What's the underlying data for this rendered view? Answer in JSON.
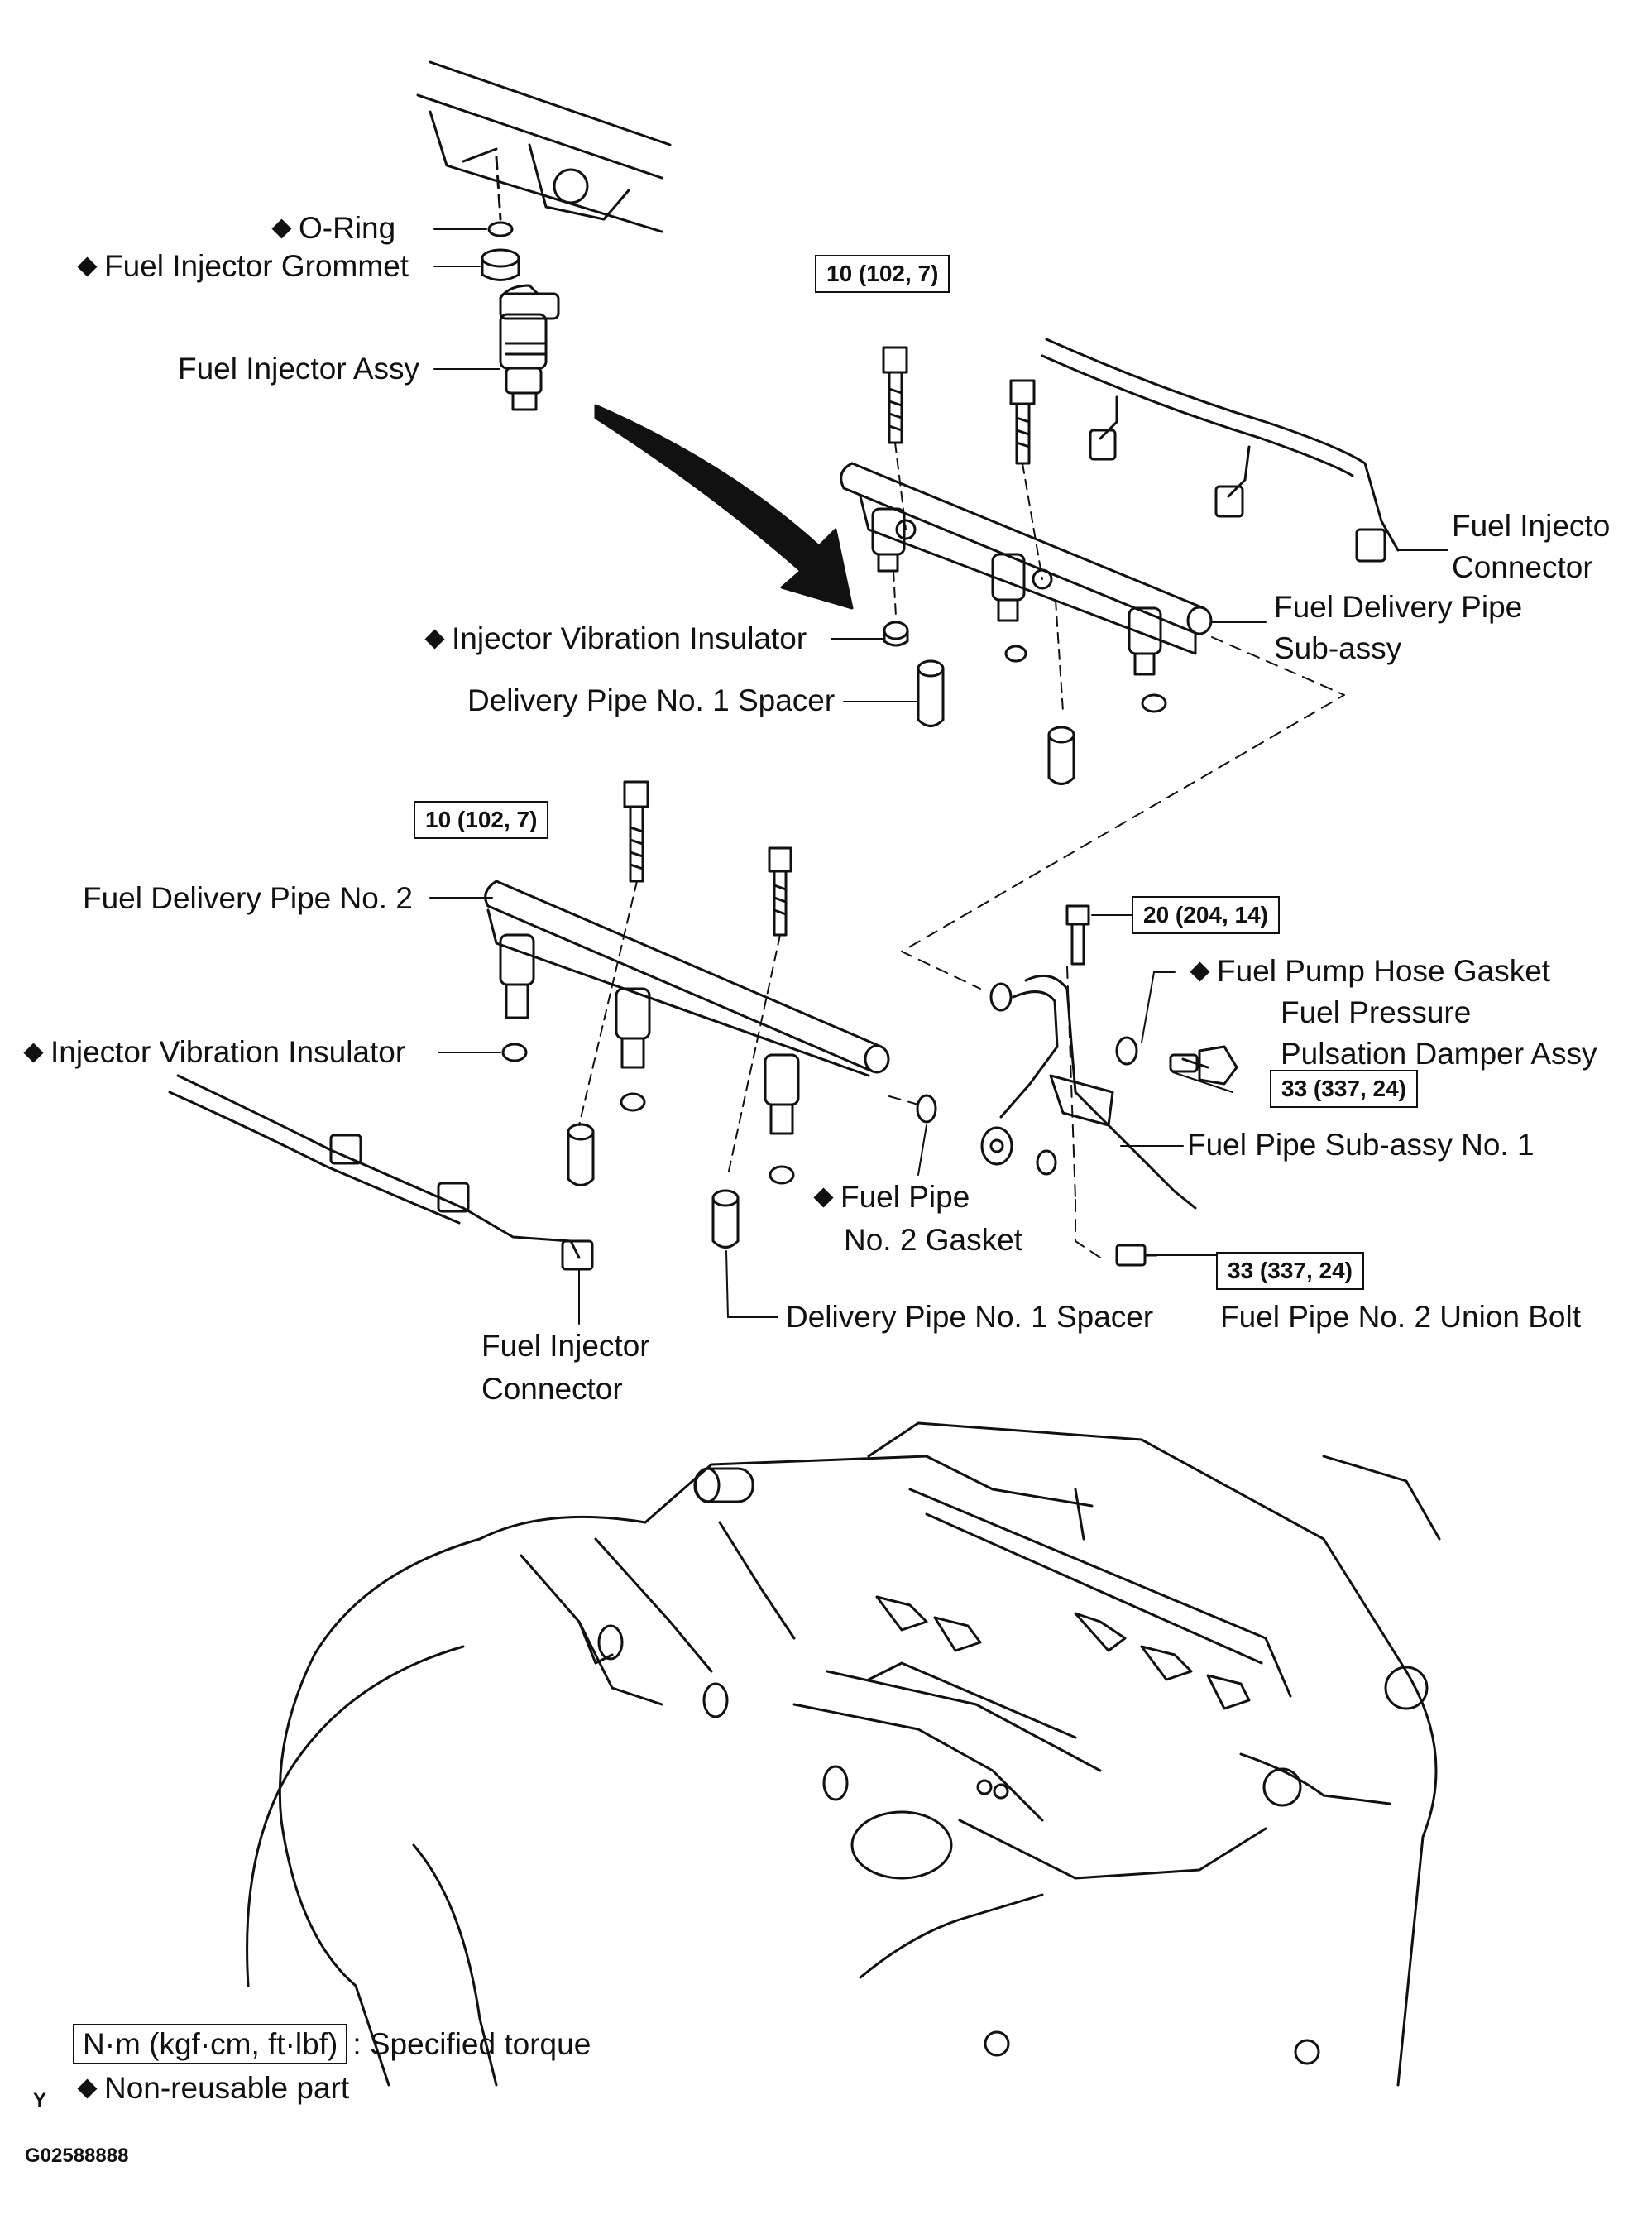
{
  "labels": {
    "o_ring": "O-Ring",
    "injector_grommet": "Fuel Injector Grommet",
    "injector_assy": "Fuel Injector Assy",
    "injector_connector_top_1": "Fuel Injecto",
    "injector_connector_top_2": "Connector",
    "delivery_pipe_sub_1": "Fuel Delivery Pipe",
    "delivery_pipe_sub_2": "Sub-assy",
    "vibration_insulator_top": "Injector Vibration Insulator",
    "spacer_top": "Delivery Pipe No. 1 Spacer",
    "delivery_pipe_no2": "Fuel Delivery Pipe No. 2",
    "pump_hose_gasket": "Fuel Pump Hose Gasket",
    "pressure_damper_1": "Fuel Pressure",
    "pressure_damper_2": "Pulsation Damper Assy",
    "vibration_insulator_bottom": "Injector Vibration Insulator",
    "fuel_pipe_sub_no1": "Fuel Pipe Sub-assy No. 1",
    "pipe_no2_gasket_1": "Fuel Pipe",
    "pipe_no2_gasket_2": "No. 2 Gasket",
    "spacer_bottom": "Delivery Pipe No. 1 Spacer",
    "union_bolt": "Fuel Pipe No. 2 Union Bolt",
    "injector_connector_bottom_1": "Fuel Injector",
    "injector_connector_bottom_2": "Connector"
  },
  "torques": {
    "bolt_top": "10 (102, 7)",
    "bolt_mid": "10 (102, 7)",
    "bolt_pipe": "20 (204, 14)",
    "damper": "33 (337, 24)",
    "union_bolt": "33 (337, 24)"
  },
  "legend": {
    "torque_unit": "N·m (kgf·cm, ft·lbf)",
    "torque_text": ": Specified torque",
    "nonreusable_text": "Non-reusable part"
  },
  "footer": {
    "corner_letter": "Y",
    "figure_code": "G02588888"
  },
  "icons": {
    "diamond": "non-reusable-diamond-icon",
    "arrow": "install-direction-arrow"
  }
}
